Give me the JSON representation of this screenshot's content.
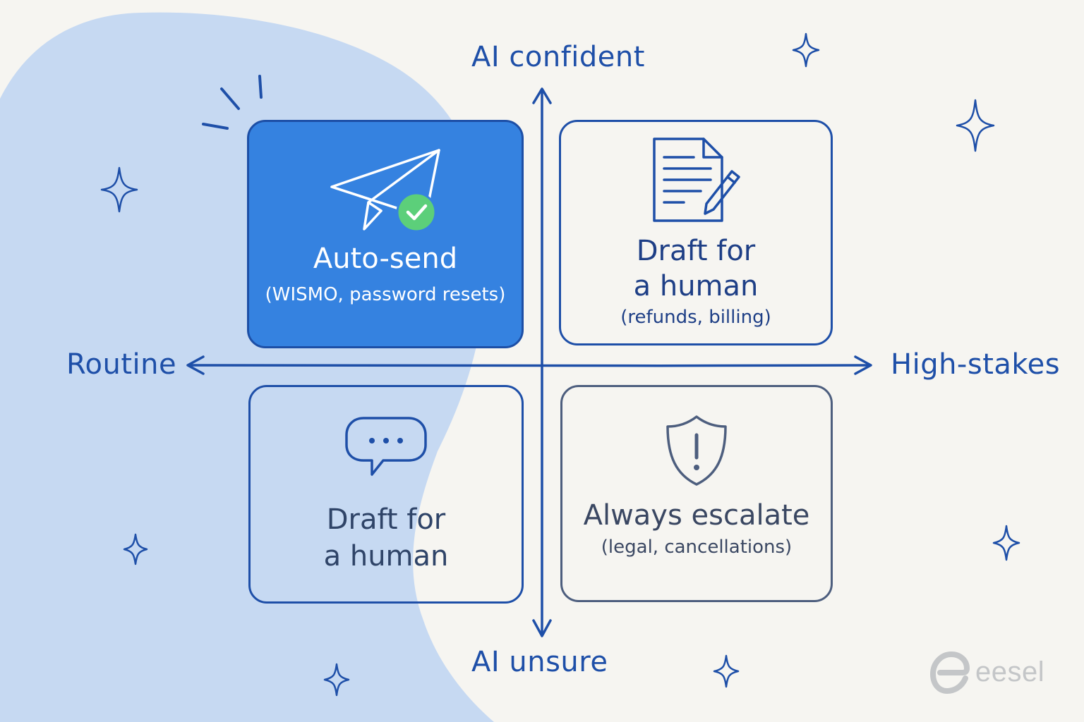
{
  "axes": {
    "top": "AI confident",
    "bottom": "AI unsure",
    "left": "Routine",
    "right": "High-stakes"
  },
  "quadrants": {
    "top_left": {
      "title": "Auto-send",
      "subtitle": "(WISMO, password resets)",
      "icon": "paper-plane-check-icon"
    },
    "top_right": {
      "title_line1": "Draft for",
      "title_line2": "a human",
      "subtitle": "(refunds, billing)",
      "icon": "document-pencil-icon"
    },
    "bottom_left": {
      "title_line1": "Draft for",
      "title_line2": "a human",
      "icon": "chat-bubble-icon"
    },
    "bottom_right": {
      "title": "Always escalate",
      "subtitle": "(legal, cancellations)",
      "icon": "shield-alert-icon"
    }
  },
  "logo": {
    "text": "eesel"
  },
  "colors": {
    "accent": "#3582e0",
    "ink": "#1e4fa8",
    "background": "#f6f5f1",
    "blob": "#c6d9f2",
    "check": "#5ccf7a",
    "muted_border": "#4d5e7e"
  }
}
